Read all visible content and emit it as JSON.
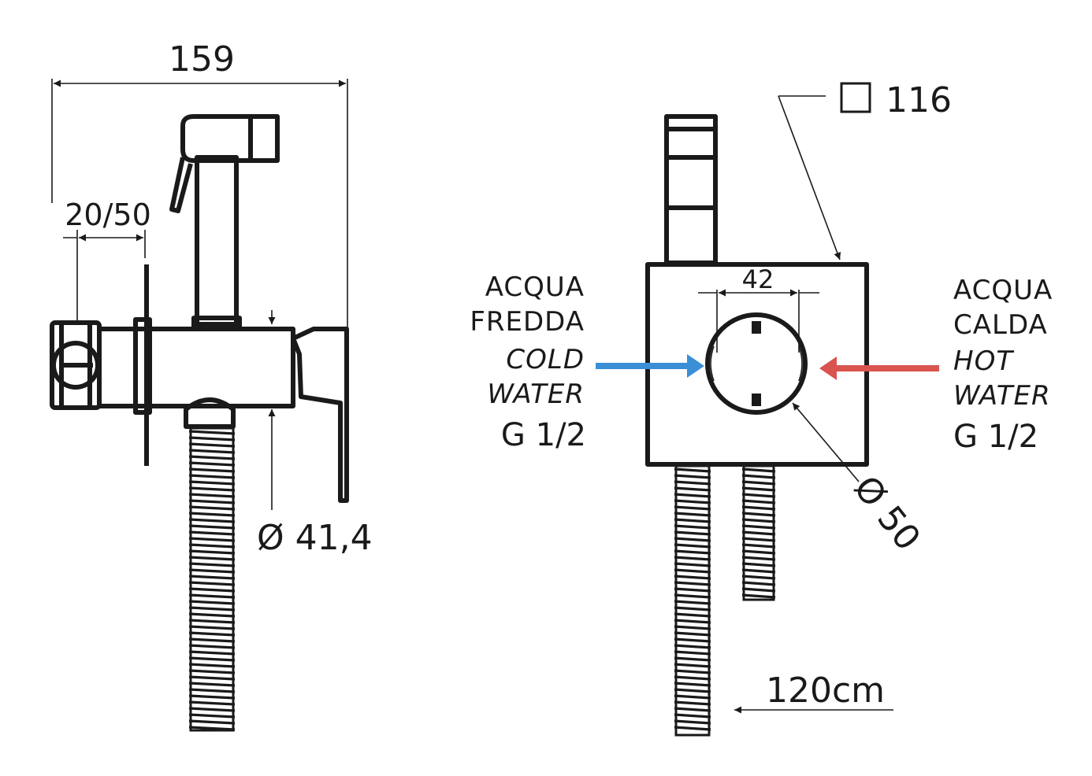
{
  "dimensions": {
    "overall_width": "159",
    "wall_range": "20/50",
    "body_diameter": "Ø 41,4",
    "box_size": "116",
    "inner_width": "42",
    "plate_diameter": "Ø 50",
    "hose_length": "120cm"
  },
  "cold_side": {
    "line1": "ACQUA",
    "line2": "FREDDA",
    "line3": "COLD",
    "line4": "WATER",
    "thread": "G 1/2",
    "color": "#3a8fd6"
  },
  "hot_side": {
    "line1": "ACQUA",
    "line2": "CALDA",
    "line3": "HOT",
    "line4": "WATER",
    "thread": "G 1/2",
    "color": "#d9534f"
  }
}
